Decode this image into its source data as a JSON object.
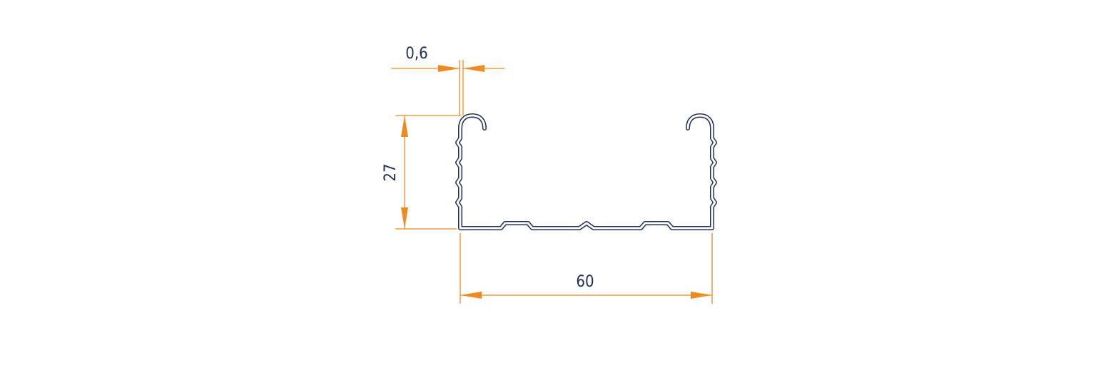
{
  "diagram": {
    "colors": {
      "dimension": "#ee8a1f",
      "profile": "#1f2e57",
      "background": "#ffffff"
    },
    "dimensions": {
      "thickness": "0,6",
      "height": "27",
      "width": "60"
    }
  }
}
